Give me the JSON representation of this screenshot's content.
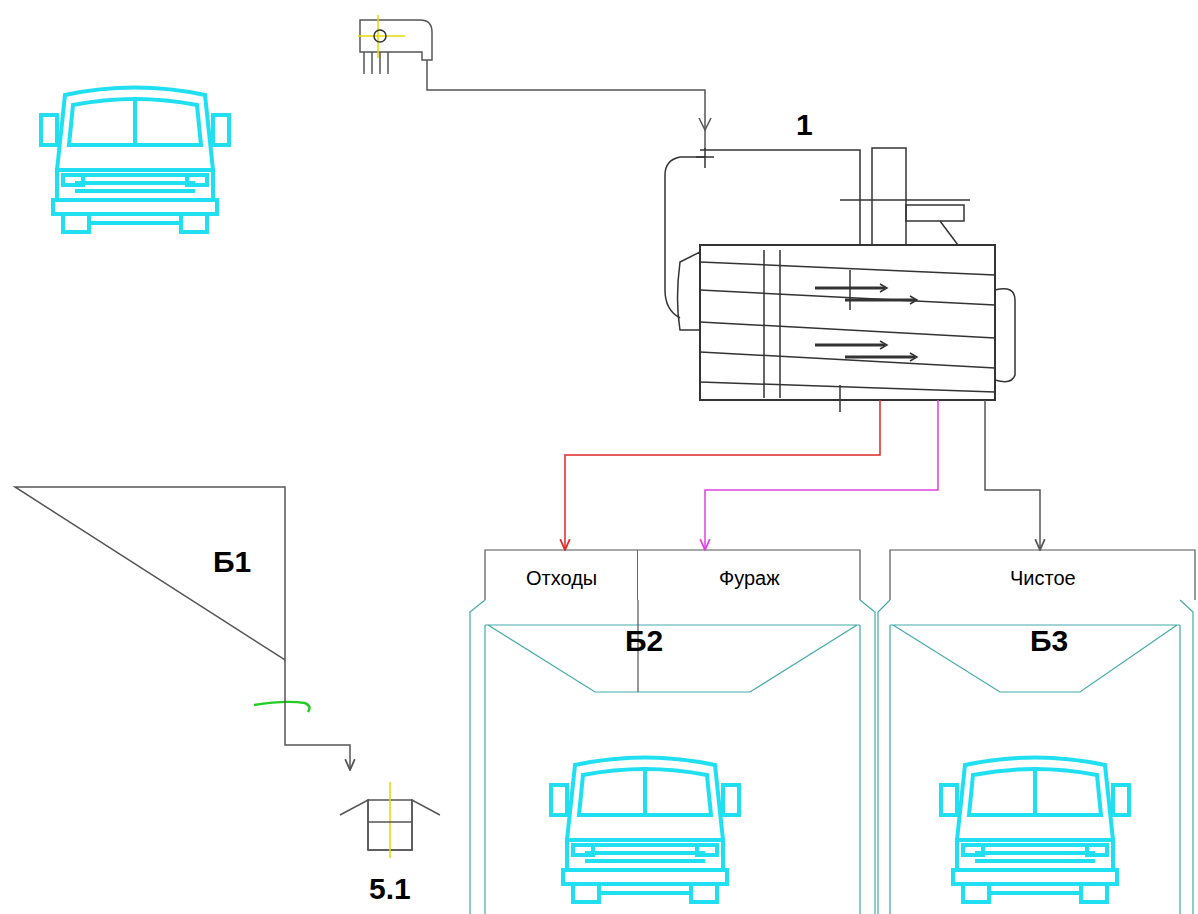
{
  "diagram": {
    "nodes": [
      {
        "text": [
          "1"
        ]
      },
      {
        "text": [
          "Б1"
        ]
      },
      {
        "text": [
          "Б2"
        ]
      },
      {
        "text": [
          "Отходы"
        ],
        "in": 2
      },
      {
        "text": [
          "Фураж"
        ],
        "in": 2
      },
      {
        "text": [
          "Б3"
        ]
      },
      {
        "text": [
          "Чистое"
        ],
        "in": 5
      },
      {
        "text": [
          "5.1"
        ]
      }
    ],
    "edges": [
      {
        "from": 0,
        "to": 3,
        "arrow": "to"
      },
      {
        "from": 0,
        "to": 4,
        "arrow": "to"
      },
      {
        "from": 0,
        "to": 6,
        "arrow": "to"
      },
      {
        "from": 1,
        "to": 7,
        "arrow": "to"
      }
    ]
  }
}
